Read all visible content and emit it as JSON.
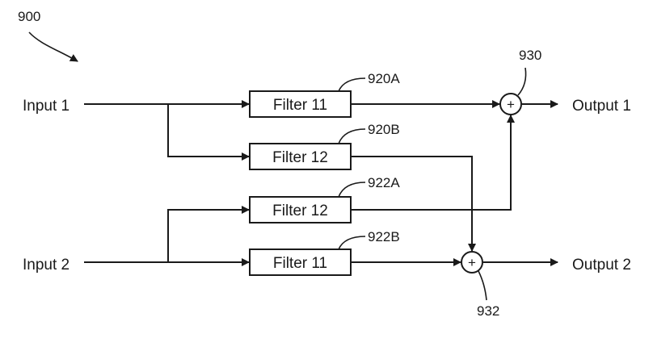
{
  "figure": {
    "ref": "900",
    "inputs": [
      "Input 1",
      "Input 2"
    ],
    "outputs": [
      "Output 1",
      "Output 2"
    ],
    "filters": [
      {
        "label": "Filter 11",
        "ref": "920A"
      },
      {
        "label": "Filter 12",
        "ref": "920B"
      },
      {
        "label": "Filter 12",
        "ref": "922A"
      },
      {
        "label": "Filter 11",
        "ref": "922B"
      }
    ],
    "summers": [
      {
        "symbol": "+",
        "ref": "930"
      },
      {
        "symbol": "+",
        "ref": "932"
      }
    ]
  }
}
